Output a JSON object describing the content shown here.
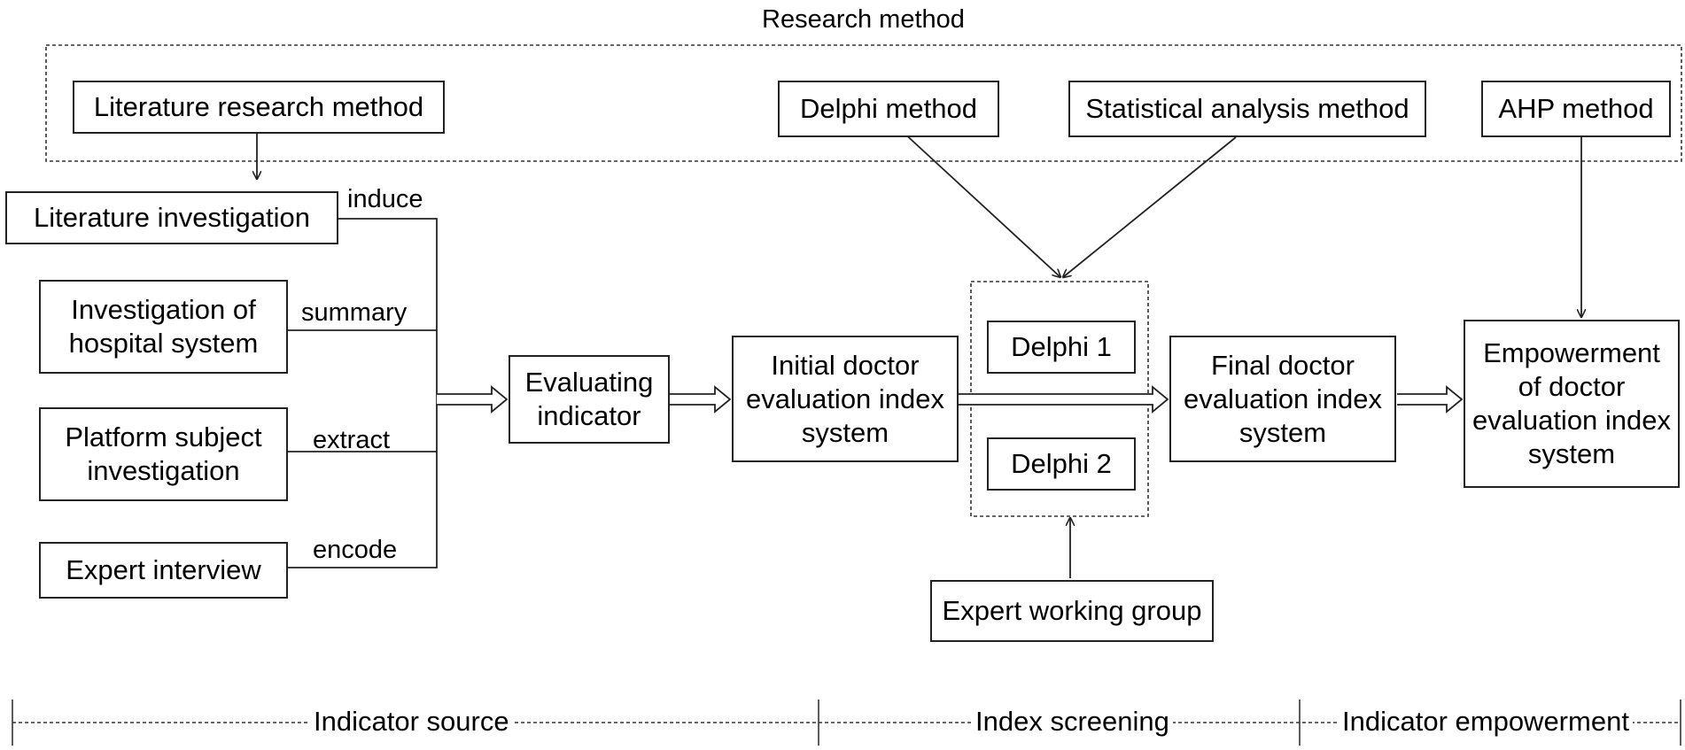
{
  "diagram": {
    "research_title": "Research method",
    "methods": {
      "literature": "Literature research method",
      "delphi": "Delphi method",
      "statistical": "Statistical analysis method",
      "ahp": "AHP method"
    },
    "sources": {
      "literature_investigation": "Literature investigation",
      "hospital_system": "Investigation of\nhospital system",
      "platform_subject": "Platform subject\ninvestigation",
      "expert_interview": "Expert interview"
    },
    "edge_labels": {
      "induce": "induce",
      "summary": "summary",
      "extract": "extract",
      "encode": "encode"
    },
    "nodes": {
      "evaluating_indicator": "Evaluating\nindicator",
      "initial_system": "Initial doctor\nevaluation index\nsystem",
      "delphi1": "Delphi 1",
      "delphi2": "Delphi 2",
      "final_system": "Final doctor\nevaluation index\nsystem",
      "empowerment": "Empowerment\nof doctor\nevaluation index\nsystem",
      "expert_group": "Expert working group"
    },
    "phases": {
      "source": "Indicator source",
      "screening": "Index screening",
      "empowerment": "Indicator empowerment"
    }
  }
}
